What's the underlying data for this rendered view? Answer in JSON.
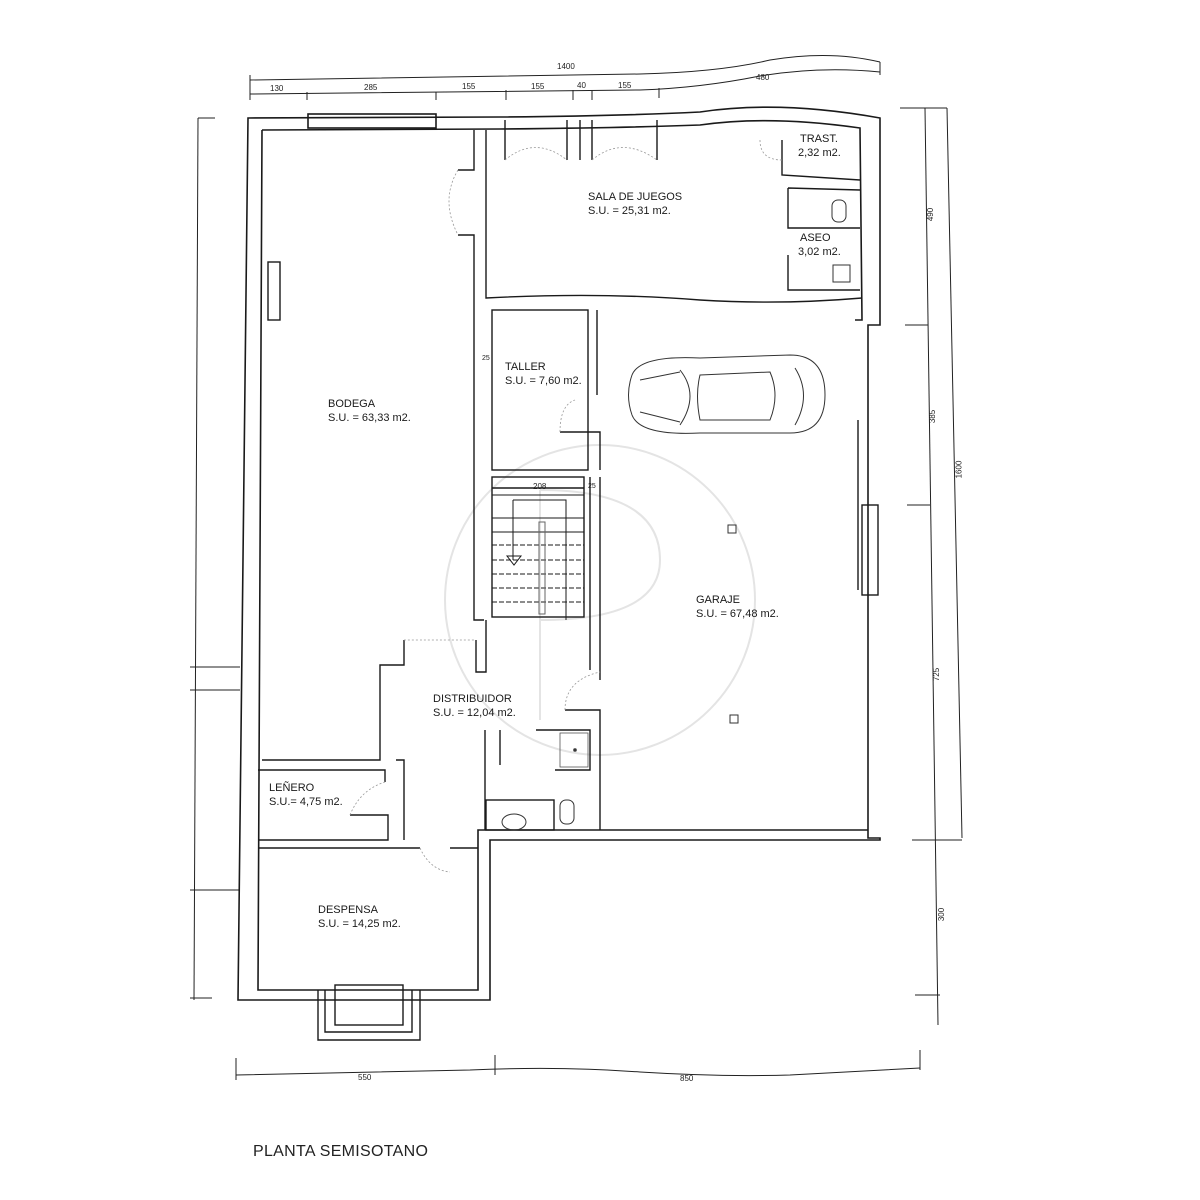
{
  "plan": {
    "title": "PLANTA SEMISOTANO",
    "rooms": [
      {
        "name": "SALA DE JUEGOS",
        "area": "S.U. = 25,31 m2."
      },
      {
        "name": "TRAST.",
        "area": "2,32 m2."
      },
      {
        "name": "ASEO",
        "area": "3,02 m2."
      },
      {
        "name": "TALLER",
        "area": "S.U. = 7,60 m2."
      },
      {
        "name": "BODEGA",
        "area": "S.U. = 63,33 m2."
      },
      {
        "name": "GARAJE",
        "area": "S.U. = 67,48 m2."
      },
      {
        "name": "DISTRIBUIDOR",
        "area": "S.U. = 12,04 m2."
      },
      {
        "name": "LEÑERO",
        "area": "S.U.= 4,75 m2."
      },
      {
        "name": "DESPENSA",
        "area": "S.U. = 14,25 m2."
      }
    ],
    "dimensions": {
      "top_total": "1400",
      "top_segments": [
        "130",
        "285",
        "155",
        "155",
        "40",
        "155",
        "480"
      ],
      "right_total": "1600",
      "right_segments": [
        "490",
        "385",
        "725",
        "300"
      ],
      "bottom_segments": [
        "550",
        "850"
      ],
      "stair_width": "208",
      "wall_25_a": "25",
      "wall_25_b": "25"
    },
    "icons": [
      "car-icon",
      "stairs-icon",
      "toilet-icon",
      "sink-icon",
      "shower-icon",
      "door-swing-icon",
      "watermark-logo"
    ],
    "colors": {
      "line": "#1a1a1a",
      "background": "#ffffff",
      "watermark": "#e6e6e6"
    }
  }
}
